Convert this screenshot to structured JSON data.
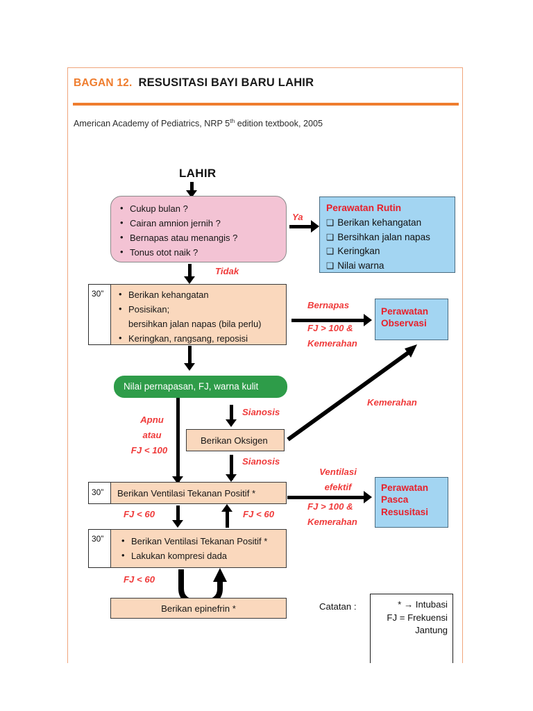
{
  "header": {
    "chart_number": "BAGAN 12.",
    "title": "RESUSITASI BAYI BARU LAHIR",
    "source": "American Academy of Pediatrics, NRP 5",
    "source_sup": "th",
    "source_tail": " edition textbook, 2005"
  },
  "start_label": "LAHIR",
  "assessment_box": {
    "items": [
      "Cukup bulan ?",
      "Cairan amnion jernih ?",
      "Bernapas atau menangis ?",
      "Tonus otot naik ?"
    ]
  },
  "routine_care": {
    "heading": "Perawatan Rutin",
    "items": [
      "Berikan kehangatan",
      "Bersihkan jalan napas",
      "Keringkan",
      "Nilai warna"
    ]
  },
  "initial_steps": {
    "time": "30”",
    "items": [
      "Berikan kehangatan",
      "Posisikan;",
      "bersihkan jalan napas (bila perlu)",
      "Keringkan, rangsang, reposisi"
    ]
  },
  "evaluate": {
    "label": "Nilai pernapasan, FJ, warna kulit"
  },
  "oxygen": {
    "label": "Berikan Oksigen"
  },
  "ppv": {
    "time": "30”",
    "label": "Berikan Ventilasi Tekanan Positif *"
  },
  "compression": {
    "time": "30”",
    "items": [
      "Berikan Ventilasi Tekanan Positif *",
      "Lakukan kompresi dada"
    ]
  },
  "epinephrine": {
    "label": "Berikan epinefrin *"
  },
  "observation_care": {
    "lines": [
      "Perawatan",
      "Observasi"
    ]
  },
  "post_resus_care": {
    "lines": [
      "Perawatan",
      "Pasca",
      "Resusitasi"
    ]
  },
  "annotations": {
    "yes": "Ya",
    "no": "Tidak",
    "breathing": "Bernapas",
    "hr_over_100_pink_a": "FJ > 100 &",
    "hr_over_100_pink_b": "Kemerahan",
    "apnea_1": "Apnu",
    "apnea_2": "atau",
    "apnea_3": "FJ < 100",
    "cyanosis_1": "Sianosis",
    "cyanosis_2": "Sianosis",
    "pink_diagonal": "Kemerahan",
    "effective_vent_1": "Ventilasi",
    "effective_vent_2": "efektif",
    "hr_over_100_pink_c": "FJ > 100 &",
    "hr_over_100_pink_d": "Kemerahan",
    "hr_under_60_left": "FJ < 60",
    "hr_under_60_right": "FJ < 60",
    "hr_under_60_bottom": "FJ < 60"
  },
  "notes": {
    "label": "Catatan :",
    "lines": [
      "*  →  Intubasi",
      "FJ = Frekuensi",
      "Jantung"
    ]
  },
  "colors": {
    "accent_orange": "#ef7d2e",
    "frame_orange": "#f0a57c",
    "pink_box": "#f3c3d4",
    "peach_box": "#fad8bd",
    "blue_box": "#a3d5f2",
    "green_oval": "#2e9c49",
    "red_text": "#e8202a",
    "red_annotation": "#ef3b3b"
  }
}
